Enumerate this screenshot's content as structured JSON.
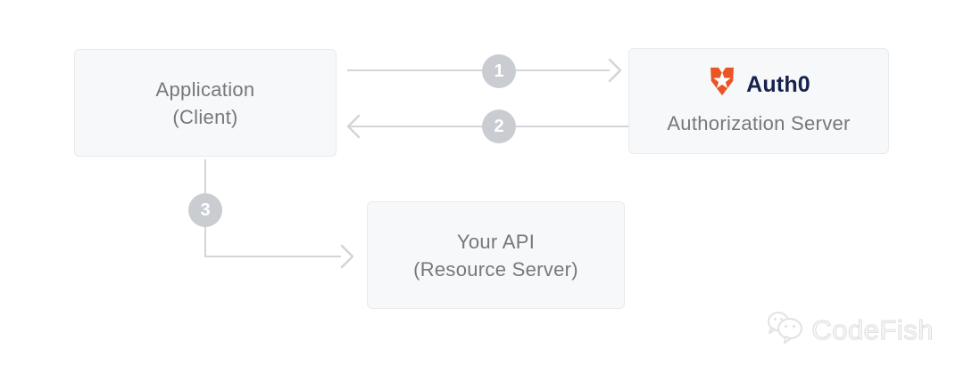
{
  "diagram": {
    "nodes": {
      "application": {
        "line1": "Application",
        "line2": "(Client)"
      },
      "authorization_server": {
        "brand": "Auth0",
        "label": "Authorization Server"
      },
      "api": {
        "line1": "Your API",
        "line2": "(Resource Server)"
      }
    },
    "steps": [
      {
        "number": "1",
        "from": "Application (Client)",
        "to": "Auth0 Authorization Server",
        "direction": "right"
      },
      {
        "number": "2",
        "from": "Auth0 Authorization Server",
        "to": "Application (Client)",
        "direction": "left"
      },
      {
        "number": "3",
        "from": "Application (Client)",
        "to": "Your API (Resource Server)",
        "direction": "down-right"
      }
    ],
    "colors": {
      "box_background": "#f7f8f9",
      "box_border": "#e9eaec",
      "text_gray": "#75787c",
      "arrow_gray": "#d3d5d8",
      "badge_gray": "#c9ccd1",
      "auth0_orange": "#eb5424",
      "auth0_navy": "#16214d"
    }
  },
  "watermark": {
    "label": "CodeFish",
    "icon": "wechat-chat-bubbles"
  }
}
